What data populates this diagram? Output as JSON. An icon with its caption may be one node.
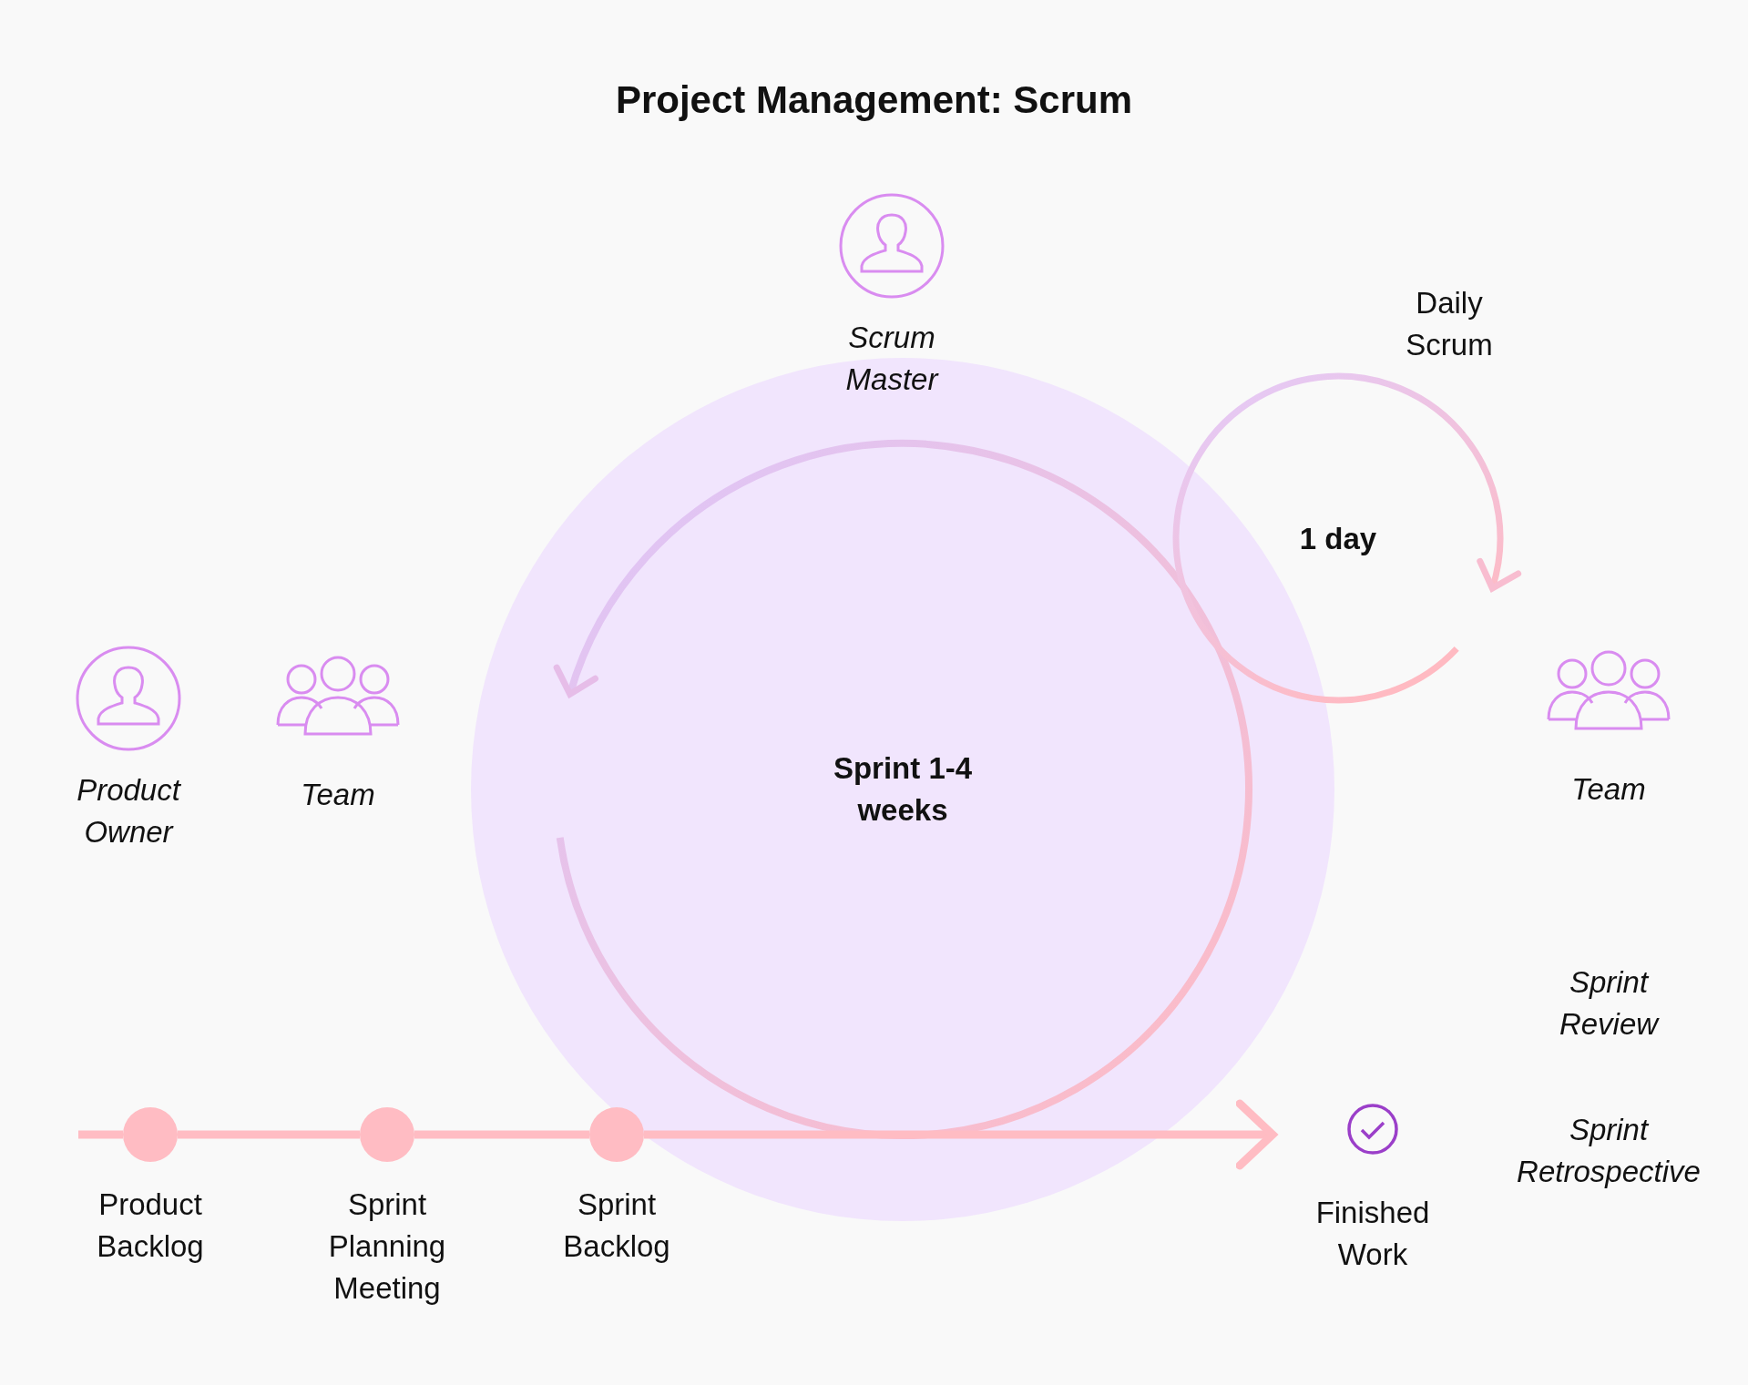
{
  "diagram": {
    "title": "Project Management: Scrum",
    "nodes": [
      {
        "text": [
          "Scrum Master"
        ]
      },
      {
        "text": [
          "Product Owner"
        ]
      },
      {
        "text": [
          "Team"
        ]
      },
      {
        "text": [
          "Sprint 1-4 weeks"
        ]
      },
      {
        "text": [
          "Team"
        ]
      },
      {
        "text": [
          "Product Backlog"
        ]
      },
      {
        "text": [
          "Sprint Planning Meeting"
        ]
      },
      {
        "text": [
          "Sprint Backlog"
        ]
      },
      {
        "text": [
          "Finished Work"
        ]
      }
    ],
    "edges": [
      {
        "from": 5,
        "to": 6,
        "arrow": "none"
      },
      {
        "from": 6,
        "to": 7,
        "arrow": "none"
      },
      {
        "from": 7,
        "to": 8,
        "arrow": "to"
      }
    ],
    "labels": [
      "Daily Scrum",
      "1 day",
      "Sprint Review",
      "Sprint Retrospective"
    ]
  }
}
